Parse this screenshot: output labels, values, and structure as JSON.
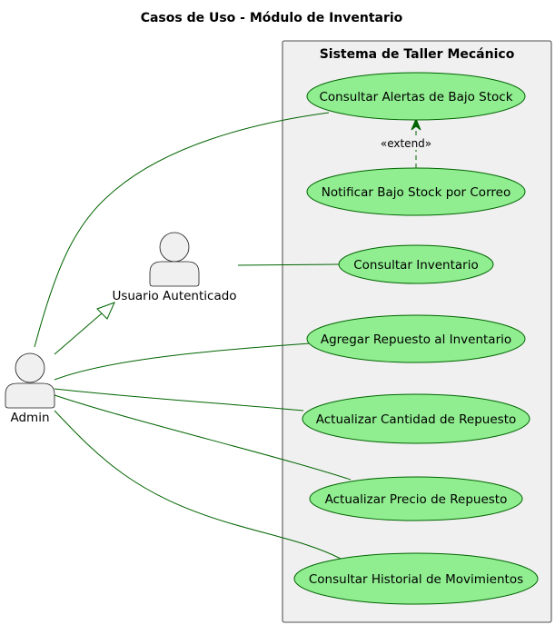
{
  "diagram": {
    "title": "Casos de Uso - Módulo de Inventario",
    "system": {
      "label": "Sistema de Taller Mecánico"
    },
    "actors": {
      "admin": {
        "label": "Admin"
      },
      "user": {
        "label": "Usuario Autenticado"
      }
    },
    "use_cases": {
      "alertas": {
        "label": "Consultar Alertas de Bajo Stock"
      },
      "notificar": {
        "label": "Notificar Bajo Stock por Correo"
      },
      "inventario": {
        "label": "Consultar Inventario"
      },
      "agregar": {
        "label": "Agregar Repuesto al Inventario"
      },
      "cantidad": {
        "label": "Actualizar Cantidad de Repuesto"
      },
      "precio": {
        "label": "Actualizar Precio de Repuesto"
      },
      "historial": {
        "label": "Consultar Historial de Movimientos"
      }
    },
    "extend_label": "«extend»",
    "colors": {
      "use_case_fill": "#90EE90",
      "edge": "#006400",
      "system_fill": "#F0F0F0",
      "actor_fill": "#F0F0F0"
    }
  }
}
